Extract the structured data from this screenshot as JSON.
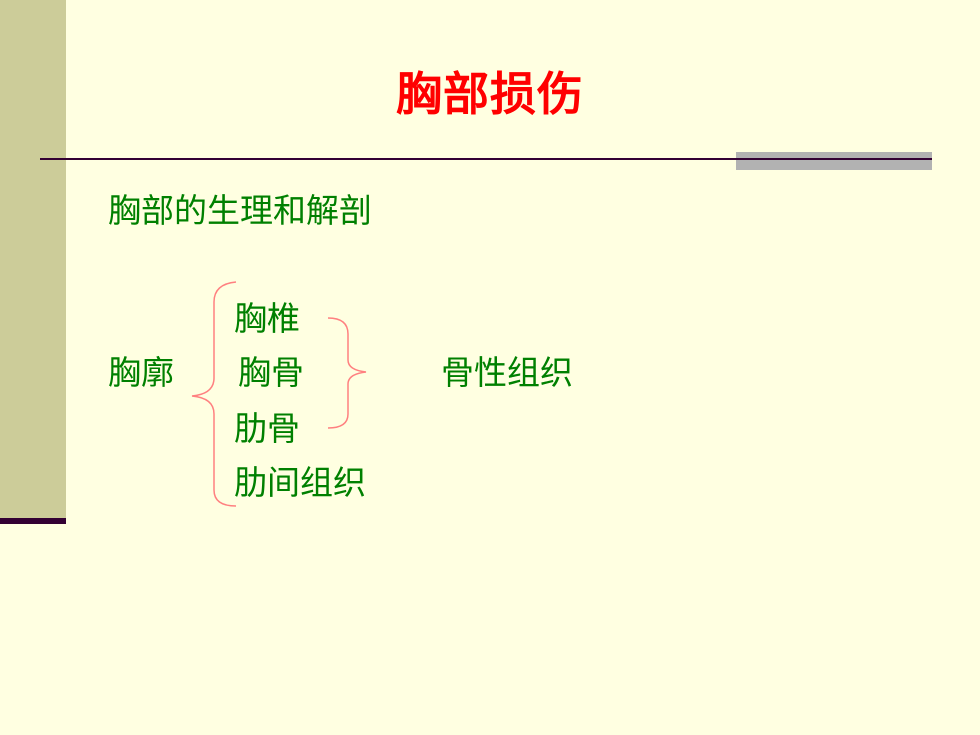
{
  "title": "胸部损伤",
  "subtitle": "胸部的生理和解剖",
  "diagram": {
    "root": "胸廓",
    "children": [
      "胸椎",
      "胸骨",
      "肋骨",
      "肋间组织"
    ],
    "group_label": "骨性组织"
  },
  "colors": {
    "title": "#ff0000",
    "text": "#008000",
    "background": "#ffffe1",
    "sidebar": "#cccc99",
    "brace": "#ff8080"
  }
}
